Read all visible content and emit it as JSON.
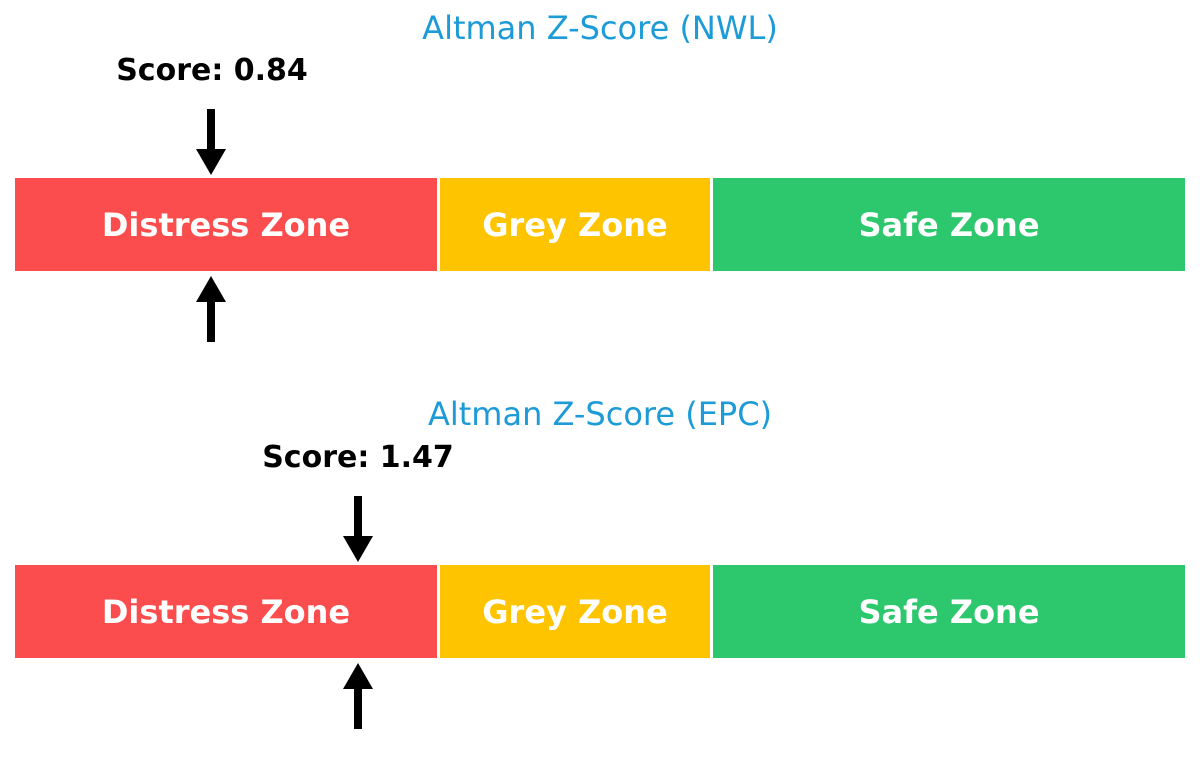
{
  "colors": {
    "background": "#FFFFFF",
    "title_text": "#1D9BD7",
    "score_text": "#000000",
    "zone_text": "#FFFFFF",
    "arrow": "#000000",
    "distress": "#FB4D4D",
    "grey": "#FFC400",
    "safe": "#2DC76D"
  },
  "charts": [
    {
      "title": "Altman Z-Score (NWL)",
      "score_label": "Score: 0.84",
      "score": 0.84,
      "zones": [
        {
          "label": "Distress Zone",
          "color": "#FB4D4D"
        },
        {
          "label": "Grey Zone",
          "color": "#FFC400"
        },
        {
          "label": "Safe Zone",
          "color": "#2DC76D"
        }
      ]
    },
    {
      "title": "Altman Z-Score (EPC)",
      "score_label": "Score: 1.47",
      "score": 1.47,
      "zones": [
        {
          "label": "Distress Zone",
          "color": "#FB4D4D"
        },
        {
          "label": "Grey Zone",
          "color": "#FFC400"
        },
        {
          "label": "Safe Zone",
          "color": "#2DC76D"
        }
      ]
    }
  ],
  "chart_data": [
    {
      "type": "bar",
      "title": "Altman Z-Score (NWL)",
      "categories": [
        "Distress Zone",
        "Grey Zone",
        "Safe Zone"
      ],
      "segment_colors": [
        "#FB4D4D",
        "#FFC400",
        "#2DC76D"
      ],
      "segment_relative_widths": [
        422,
        270,
        472
      ],
      "score": 0.84,
      "score_zone": "Distress Zone",
      "annotations": [
        "Score: 0.84",
        "down arrow pointing at Distress Zone from above",
        "up arrow pointing at Distress Zone from below"
      ],
      "legend_position": "none",
      "grid": false
    },
    {
      "type": "bar",
      "title": "Altman Z-Score (EPC)",
      "categories": [
        "Distress Zone",
        "Grey Zone",
        "Safe Zone"
      ],
      "segment_colors": [
        "#FB4D4D",
        "#FFC400",
        "#2DC76D"
      ],
      "segment_relative_widths": [
        422,
        270,
        472
      ],
      "score": 1.47,
      "score_zone": "Distress Zone",
      "annotations": [
        "Score: 1.47",
        "down arrow pointing at Distress Zone from above",
        "up arrow pointing at Distress Zone from below"
      ],
      "legend_position": "none",
      "grid": false
    }
  ]
}
